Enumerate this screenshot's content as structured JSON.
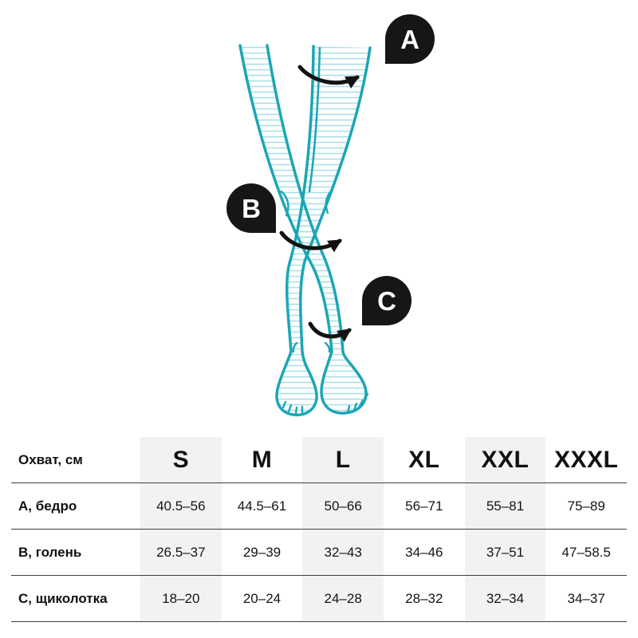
{
  "illustration": {
    "markers": [
      "A",
      "B",
      "C"
    ],
    "colors": {
      "outline": "#1BA6B5",
      "hatch": "#A6DFE7",
      "marker_bg": "#161616",
      "marker_text": "#FFFFFF",
      "arrow": "#121212"
    }
  },
  "table": {
    "header": {
      "measure_label": "Охват, см",
      "sizes": [
        "S",
        "M",
        "L",
        "XL",
        "XXL",
        "XXXL"
      ]
    },
    "rows": [
      {
        "label": "А, бедро",
        "values": [
          "40.5–56",
          "44.5–61",
          "50–66",
          "56–71",
          "55–81",
          "75–89"
        ]
      },
      {
        "label": "В, голень",
        "values": [
          "26.5–37",
          "29–39",
          "32–43",
          "34–46",
          "37–51",
          "47–58.5"
        ]
      },
      {
        "label": "С, щиколотка",
        "values": [
          "18–20",
          "20–24",
          "24–28",
          "28–32",
          "32–34",
          "34–37"
        ]
      }
    ]
  }
}
